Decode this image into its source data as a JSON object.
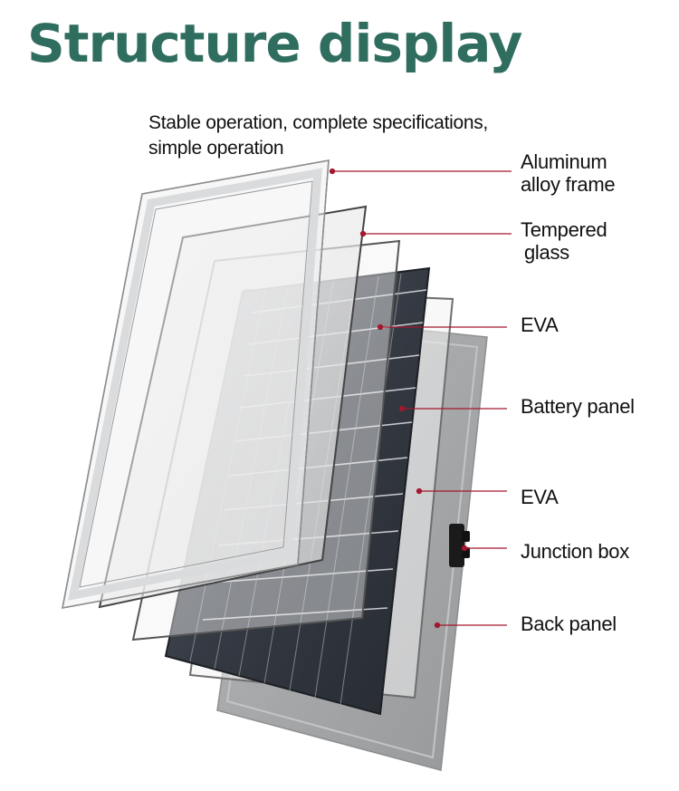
{
  "title": "Structure display",
  "subtitle": {
    "line1": "Stable operation, complete specifications,",
    "line2": "simple operation"
  },
  "labels": [
    {
      "lines": [
        "Aluminum",
        "alloy frame"
      ]
    },
    {
      "lines": [
        "Tempered",
        "glass"
      ]
    },
    {
      "lines": [
        "EVA"
      ]
    },
    {
      "lines": [
        "Battery panel"
      ]
    },
    {
      "lines": [
        "EVA"
      ]
    },
    {
      "lines": [
        "Junction box"
      ]
    },
    {
      "lines": [
        "Back panel"
      ]
    }
  ],
  "colors": {
    "title": "#2f6e5f",
    "leader_line": "#a3182e",
    "frame": "#d9dbdd",
    "cell": "#3a3f48",
    "back_panel": "#a7a9ab"
  }
}
